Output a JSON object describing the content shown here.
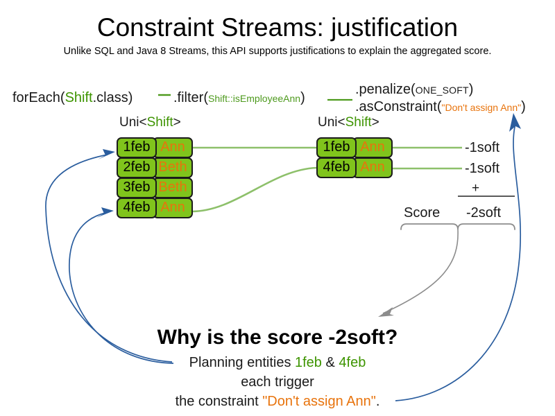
{
  "slide": {
    "title": "Constraint Streams: justification",
    "subtitle": "Unlike SQL and Java 8 Streams, this API supports justifications to explain the aggregated score."
  },
  "colors": {
    "entity_green": "#80c41c",
    "type_green": "#3d9400",
    "string_orange": "#e8730c",
    "arrow_blue": "#2a5d9e",
    "arrow_gray": "#8c8c8c",
    "line_green": "#8dc06a",
    "border_dark": "#1b1b1b"
  },
  "pipeline": {
    "foreach": {
      "method": "forEach(",
      "type": "Shift",
      "suffix": ".class)"
    },
    "filter": {
      "method": ".filter(",
      "methodref": "Shift::isEmployeeAnn",
      "suffix": ")"
    },
    "penalize": {
      "method": ".penalize(",
      "constant": "ONE_SOFT",
      "suffix": ")"
    },
    "asconstraint": {
      "method": ".asConstraint(",
      "constraint_name": "\"Don't assign Ann\"",
      "suffix": ")"
    }
  },
  "streams": {
    "left": {
      "label_prefix": "Uni<",
      "label_type": "Shift",
      "label_suffix": ">",
      "rows": [
        {
          "date": "1feb",
          "employee": "Ann"
        },
        {
          "date": "2feb",
          "employee": "Beth"
        },
        {
          "date": "3feb",
          "employee": "Beth"
        },
        {
          "date": "4feb",
          "employee": "Ann"
        }
      ]
    },
    "right": {
      "label_prefix": "Uni<",
      "label_type": "Shift",
      "label_suffix": ">",
      "rows": [
        {
          "date": "1feb",
          "employee": "Ann"
        },
        {
          "date": "4feb",
          "employee": "Ann"
        }
      ]
    }
  },
  "scoring": {
    "impacts": [
      "-1soft",
      "-1soft"
    ],
    "operator": "+",
    "score_label": "Score",
    "total": "-2soft"
  },
  "explanation": {
    "heading": "Why is the score -2soft?",
    "line1_prefix": "Planning entities ",
    "line1_entity_a": "1feb",
    "line1_amp": " & ",
    "line1_entity_b": "4feb",
    "line2": "each trigger",
    "line3_prefix": "the constraint ",
    "line3_constraint": "\"Don't assign Ann\"",
    "line3_suffix": "."
  }
}
